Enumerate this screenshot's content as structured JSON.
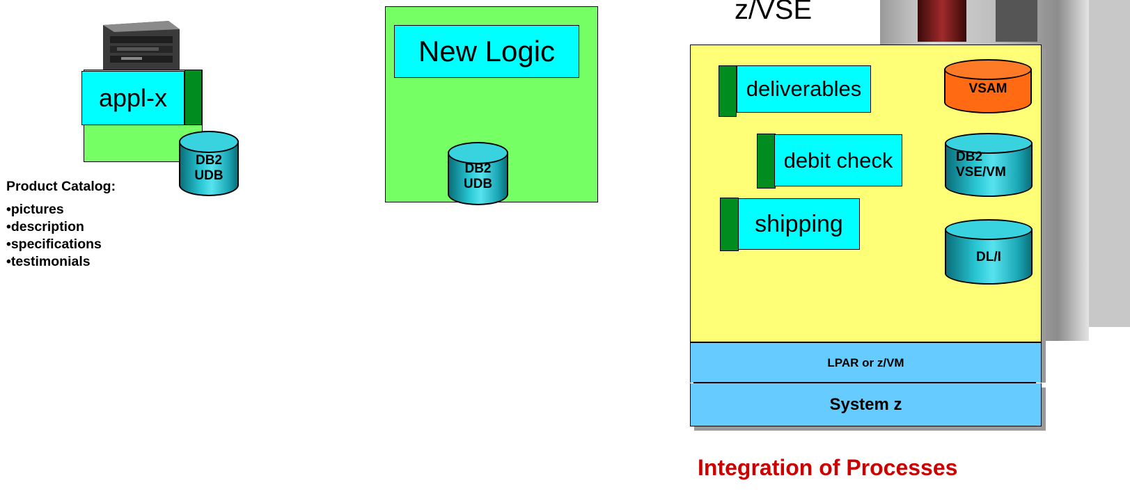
{
  "left_system": {
    "app_label": "appl-x",
    "db_label": "DB2\nUDB",
    "catalog_title": "Product Catalog:",
    "catalog_items": [
      "•pictures",
      "•description",
      "•specifications",
      "•testimonials"
    ]
  },
  "middle_system": {
    "logic_label": "New Logic",
    "db_label": "DB2\nUDB"
  },
  "zvse_system": {
    "title": "z/VSE",
    "apps": [
      "deliverables",
      "debit check",
      "shipping"
    ],
    "databases": [
      "VSAM",
      "DB2\nVSE/VM",
      "DL/I"
    ],
    "layer_lpar": "LPAR or z/VM",
    "layer_system": "System z"
  },
  "caption": "Integration of Processes",
  "colors": {
    "app_cyan": "#00ffff",
    "tab_green": "#008c1e",
    "server_green": "#77ff66",
    "zvse_yellow": "#ffff77",
    "layer_blue": "#66ccff",
    "vsam_orange": "#ff6a12",
    "caption_red": "#cc0000"
  }
}
